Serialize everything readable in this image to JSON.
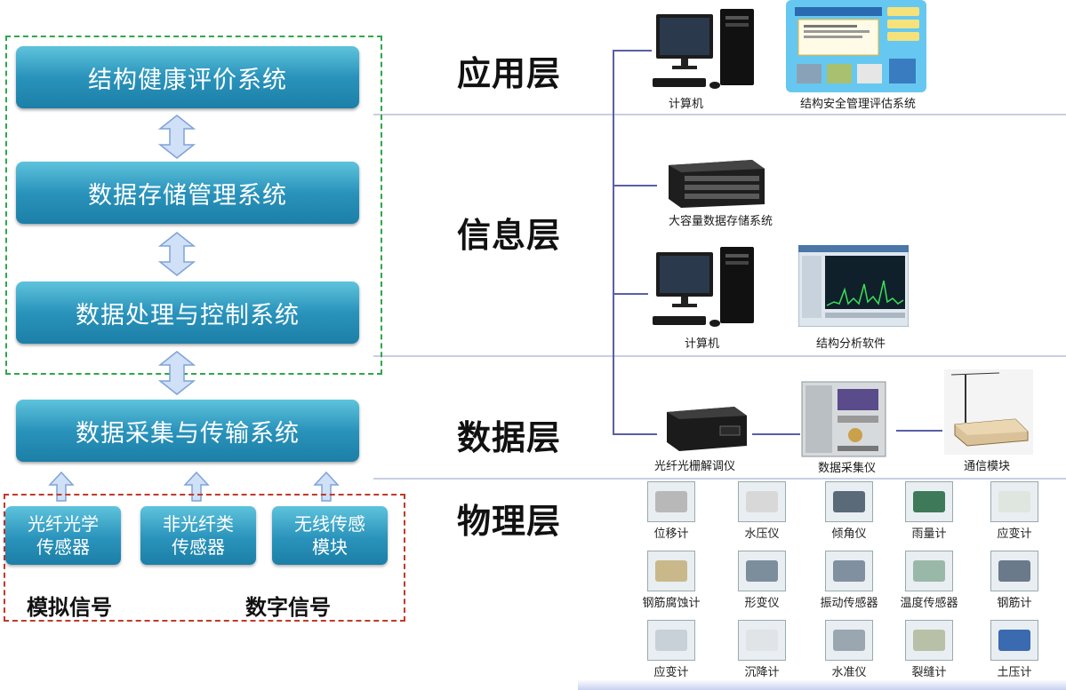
{
  "systems": {
    "evaluation": "结构健康评价系统",
    "storage": "数据存储管理系统",
    "processing": "数据处理与控制系统",
    "acquisition": "数据采集与传输系统"
  },
  "sensors": [
    {
      "line1": "光纤光学",
      "line2": "传感器"
    },
    {
      "line1": "非光纤类",
      "line2": "传感器"
    },
    {
      "line1": "无线传感",
      "line2": "模块"
    }
  ],
  "signals": {
    "analog": "模拟信号",
    "digital": "数字信号"
  },
  "layers": {
    "application": "应用层",
    "information": "信息层",
    "data": "数据层",
    "physical": "物理层"
  },
  "devices": {
    "computer1": "计算机",
    "safety_system": "结构安全管理评估系统",
    "storage_array": "大容量数据存储系统",
    "computer2": "计算机",
    "analysis_software": "结构分析软件",
    "demodulator": "光纤光栅解调仪",
    "collector": "数据采集仪",
    "comm_module": "通信模块"
  },
  "instruments": [
    "位移计",
    "水压仪",
    "倾角仪",
    "雨量计",
    "应变计",
    "钢筋腐蚀计",
    "形变仪",
    "振动传感器",
    "温度传感器",
    "钢筋计",
    "应变计",
    "沉降计",
    "水准仪",
    "裂缝计",
    "土压计"
  ],
  "colors": {
    "system_box": "#2a93bb",
    "green_dashed": "#2ea84a",
    "red_dashed": "#c0392b",
    "connector_line": "#5a5fa6",
    "layer_divider": "#c9cfe3"
  }
}
